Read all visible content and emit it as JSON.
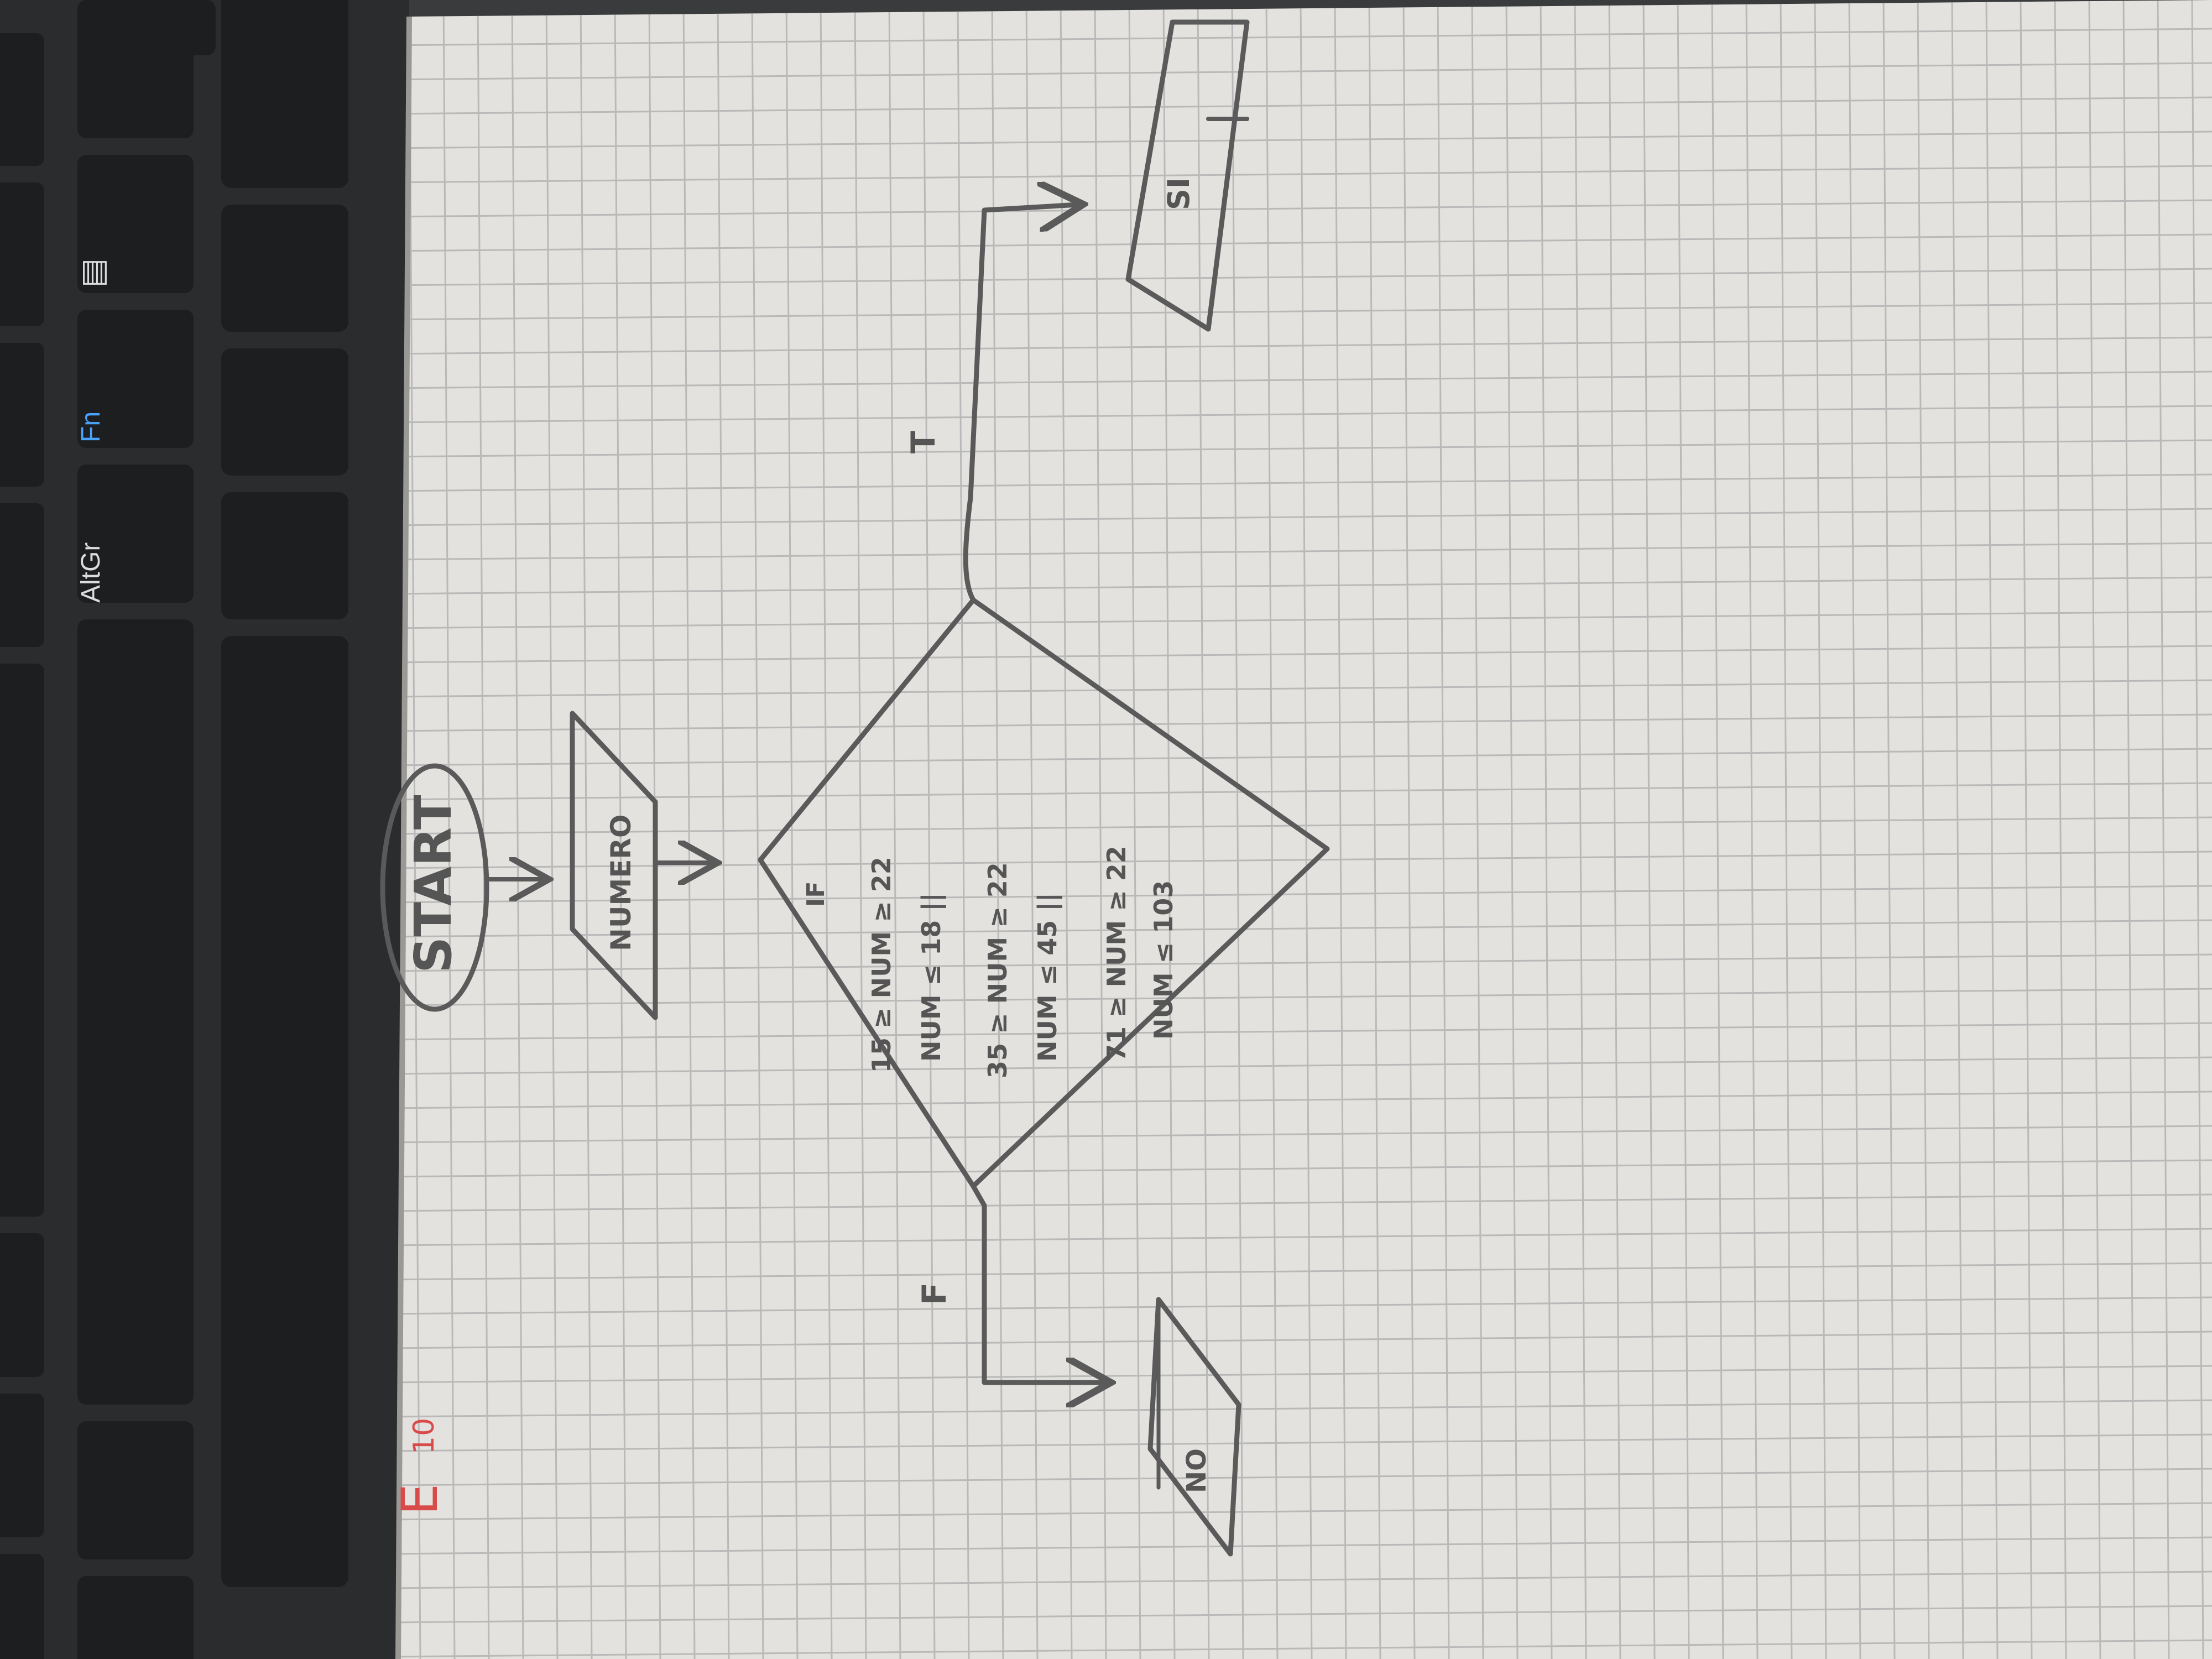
{
  "keyboard": {
    "keys": [
      {
        "label": "AltGr"
      },
      {
        "label": "Fn"
      },
      {
        "label": "▤"
      }
    ]
  },
  "notebook": {
    "exercise_number": "10",
    "exercise_letter": "E"
  },
  "flowchart": {
    "start_label": "START",
    "input_label": "NUMERO",
    "decision_lines": [
      "15 ≥ NUM ≥ 22",
      "NUM ≤ 18  ||",
      "35 ≥ NUM ≥ 22",
      "NUM ≤ 45  ||",
      "71 ≥ NUM ≥ 22",
      "NUM ≤ 103"
    ],
    "decision_if": "IF",
    "true_label": "T",
    "false_label": "F",
    "true_output": "SI",
    "false_output": "NO"
  }
}
